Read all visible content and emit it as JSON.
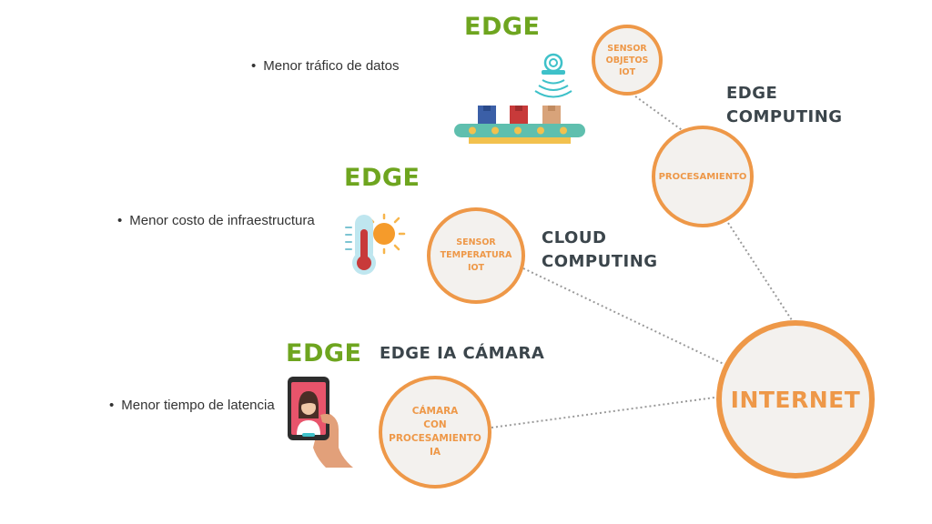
{
  "edge_labels": [
    "EDGE",
    "EDGE",
    "EDGE"
  ],
  "benefits": [
    "Menor tráfico de datos",
    "Menor costo de infraestructura",
    "Menor tiempo de latencia"
  ],
  "category_labels": {
    "edge_computing": [
      "EDGE",
      "COMPUTING"
    ],
    "cloud_computing": [
      "CLOUD",
      "COMPUTING"
    ],
    "edge_ia_camara": "EDGE IA CÁMARA"
  },
  "nodes": {
    "sensor_objetos": [
      "SENSOR",
      "OBJETOS",
      "IOT"
    ],
    "procesamiento": "PROCESAMIENTO",
    "sensor_temperatura": [
      "SENSOR",
      "TEMPERATURA",
      "IOT"
    ],
    "camara": [
      "CÁMARA",
      "CON",
      "PROCESAMIENTO",
      "IA"
    ],
    "internet": "INTERNET"
  },
  "icons": [
    "conveyor-sensor-icon",
    "thermometer-sun-icon",
    "smartphone-hand-icon"
  ],
  "colors": {
    "edge_green": "#6ea51f",
    "node_orange": "#ee9848",
    "node_fill": "#f3f1ee",
    "label_dark": "#3b454b",
    "connector": "#999999"
  }
}
